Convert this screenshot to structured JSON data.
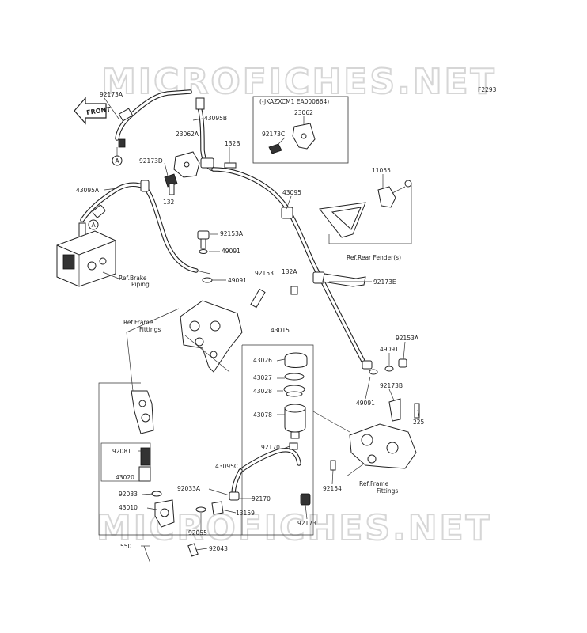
{
  "watermark": "MICROFICHES.NET",
  "diagram_code": "F2293",
  "front_label": "FRONT",
  "inset": {
    "title": "(-JKAZXCM1 EA000664)",
    "labels": [
      "23062",
      "92173C"
    ]
  },
  "part_labels": {
    "p92173A": "92173A",
    "p43095B": "43095B",
    "p23062A": "23062A",
    "p132B": "132B",
    "p92173D": "92173D",
    "p132": "132",
    "p43095A": "43095A",
    "p43095": "43095",
    "p11055": "11055",
    "p92153A_top": "92153A",
    "p49091_top": "49091",
    "p49091_mid": "49091",
    "p92153": "92153",
    "p132A": "132A",
    "p92173E": "92173E",
    "p43015": "43015",
    "p43026": "43026",
    "p43027": "43027",
    "p43028": "43028",
    "p43078": "43078",
    "p92153A_right": "92153A",
    "p49091_right": "49091",
    "p49091_right2": "49091",
    "p92173B": "92173B",
    "p225": "225",
    "p92081": "92081",
    "p43020": "43020",
    "p92170_a": "92170",
    "p43095C": "43095C",
    "p92033A": "92033A",
    "p92033": "92033",
    "p43010": "43010",
    "p92170_b": "92170",
    "p13159": "13159",
    "p92055": "92055",
    "p550": "550",
    "p92043": "92043",
    "p92154": "92154",
    "p92173": "92173"
  },
  "callout_letter": "A",
  "refs": {
    "brake_piping": [
      "Ref.Brake",
      "Piping"
    ],
    "frame_fittings_left": [
      "Ref.Frame",
      "Fittings"
    ],
    "frame_fittings_right": [
      "Ref.Frame",
      "Fittings"
    ],
    "rear_fender": "Ref.Rear Fender(s)"
  }
}
